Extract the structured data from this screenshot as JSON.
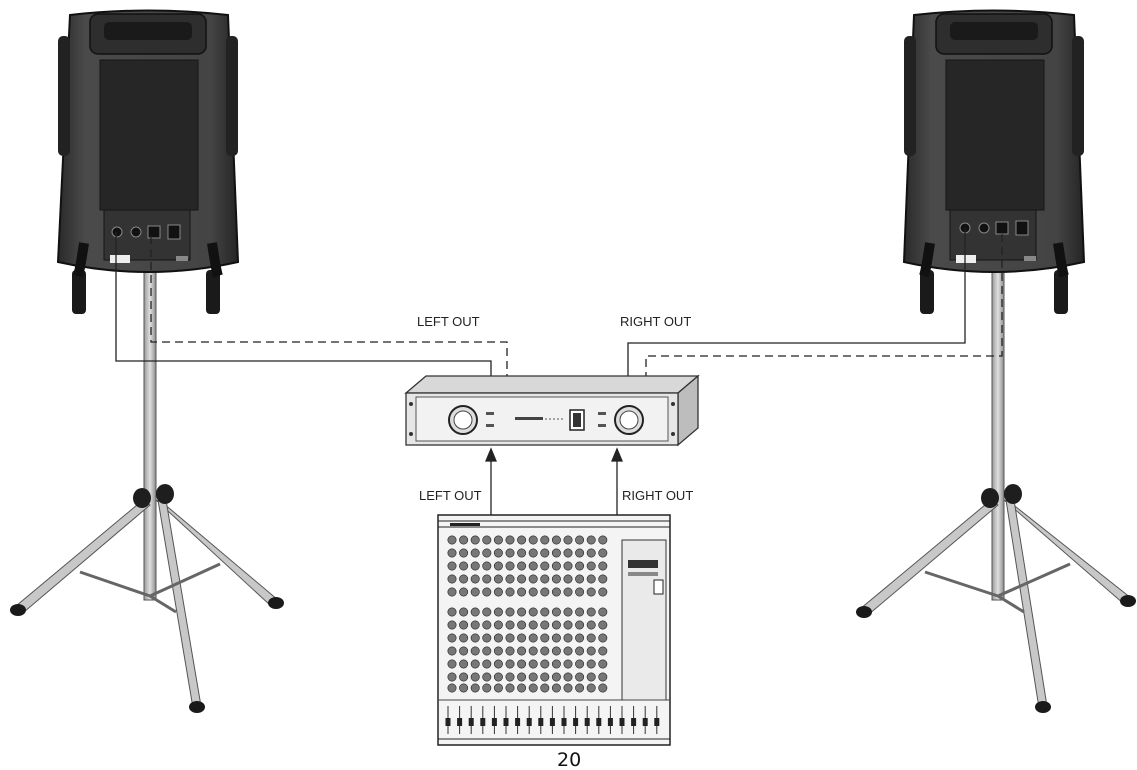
{
  "labels": {
    "amp_left_out": "LEFT OUT",
    "amp_right_out": "RIGHT OUT",
    "mixer_left_out": "LEFT OUT",
    "mixer_right_out": "RIGHT OUT"
  },
  "page_number": "20",
  "colors": {
    "speaker_body": "#3a3a3a",
    "speaker_dark": "#1e1e1e",
    "stand": "#bdbdbd",
    "line": "#222222",
    "device_face": "#e6e6e6"
  }
}
